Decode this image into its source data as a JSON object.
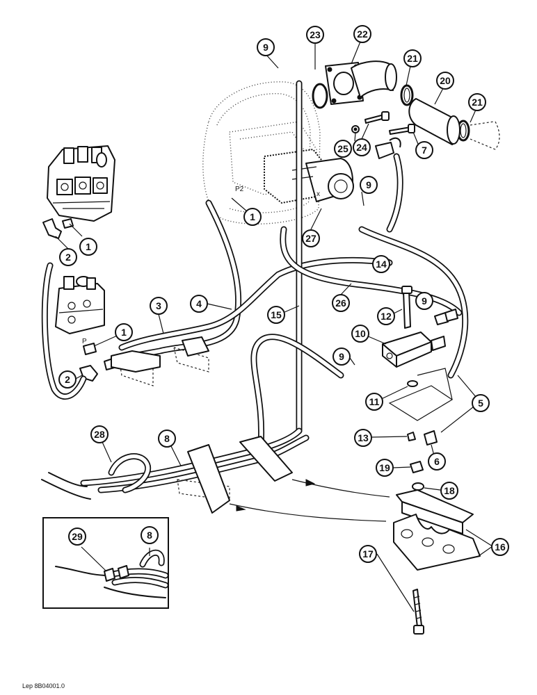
{
  "diagram": {
    "reference_code": "Lep 8B04001.0",
    "port_label_p2": "P2",
    "port_label_x": "x",
    "port_label_p": "P",
    "callouts": [
      "9",
      "23",
      "22",
      "21",
      "20",
      "21",
      "25",
      "24",
      "7",
      "1",
      "9",
      "27",
      "1",
      "2",
      "14",
      "3",
      "4",
      "15",
      "26",
      "12",
      "9",
      "1",
      "10",
      "2",
      "9",
      "11",
      "5",
      "28",
      "8",
      "13",
      "6",
      "19",
      "18",
      "16",
      "17",
      "29",
      "8"
    ]
  }
}
